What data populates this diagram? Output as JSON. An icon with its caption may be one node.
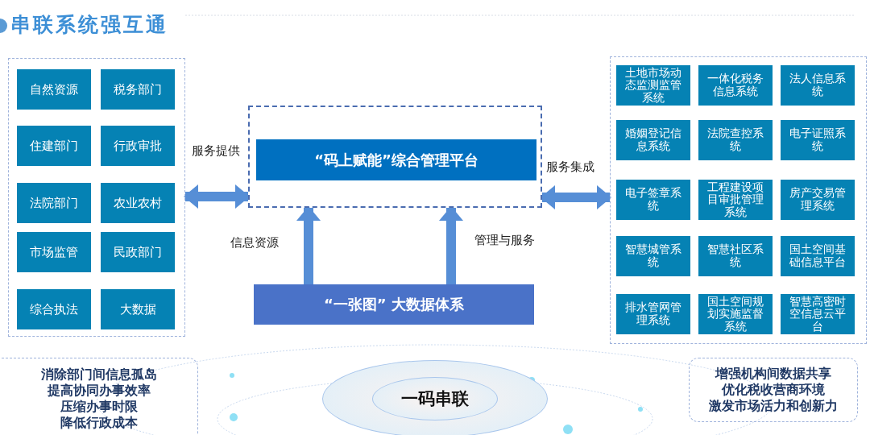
{
  "diagram": {
    "title": "串联系统强互通",
    "nodes": [
      {
        "text": [],
        "shape": "box"
      },
      {
        "text": [
          "自然资源"
        ],
        "in": 0
      },
      {
        "text": [
          "税务部门"
        ],
        "in": 0
      },
      {
        "text": [
          "住建部门"
        ],
        "in": 0
      },
      {
        "text": [
          "行政审批"
        ],
        "in": 0
      },
      {
        "text": [
          "法院部门"
        ],
        "in": 0
      },
      {
        "text": [
          "农业农村"
        ],
        "in": 0
      },
      {
        "text": [
          "市场监管"
        ],
        "in": 0
      },
      {
        "text": [
          "民政部门"
        ],
        "in": 0
      },
      {
        "text": [
          "综合执法"
        ],
        "in": 0
      },
      {
        "text": [
          "大数据"
        ],
        "in": 0
      },
      {
        "text": [],
        "shape": "box"
      },
      {
        "text": [
          "“码上赋能”综合管理平台"
        ],
        "in": 11
      },
      {
        "text": [
          "“一张图” 大数据体系"
        ]
      },
      {
        "text": [],
        "shape": "box"
      },
      {
        "text": [
          "土地市场动态监测监管系统"
        ],
        "in": 14
      },
      {
        "text": [
          "一体化税务信息系统"
        ],
        "in": 14
      },
      {
        "text": [
          "法人信息系统"
        ],
        "in": 14
      },
      {
        "text": [
          "婚姻登记信息系统"
        ],
        "in": 14
      },
      {
        "text": [
          "法院查控系统"
        ],
        "in": 14
      },
      {
        "text": [
          "电子证照系统"
        ],
        "in": 14
      },
      {
        "text": [
          "电子签章系统"
        ],
        "in": 14
      },
      {
        "text": [
          "工程建设项目审批管理系统"
        ],
        "in": 14
      },
      {
        "text": [
          "房产交易管理系统"
        ],
        "in": 14
      },
      {
        "text": [
          "智慧城管系统"
        ],
        "in": 14
      },
      {
        "text": [
          "智慧社区系统"
        ],
        "in": 14
      },
      {
        "text": [
          "国土空间基础信息平台"
        ],
        "in": 14
      },
      {
        "text": [
          "排水管网管理系统"
        ],
        "in": 14
      },
      {
        "text": [
          "国土空间规划实施监督系统"
        ],
        "in": 14
      },
      {
        "text": [
          "智慧高密时空信息云平台"
        ],
        "in": 14
      },
      {
        "text": [
          "消除部门间信息孤岛",
          "提高协同办事效率",
          "压缩办事时限",
          "降低行政成本"
        ]
      },
      {
        "text": [
          "增强机构间数据共享",
          "优化税收营商环境",
          "激发市场活力和创新力"
        ]
      },
      {
        "text": [
          "一码串联"
        ]
      }
    ],
    "edges": [
      {
        "from": 0,
        "to": 11,
        "arrow": "both",
        "label": "服务提供"
      },
      {
        "from": 11,
        "to": 14,
        "arrow": "both",
        "label": "服务集成"
      },
      {
        "from": 13,
        "to": 11,
        "arrow": "to",
        "label": "信息资源"
      },
      {
        "from": 13,
        "to": 11,
        "arrow": "to",
        "label": "管理与服务"
      }
    ]
  }
}
